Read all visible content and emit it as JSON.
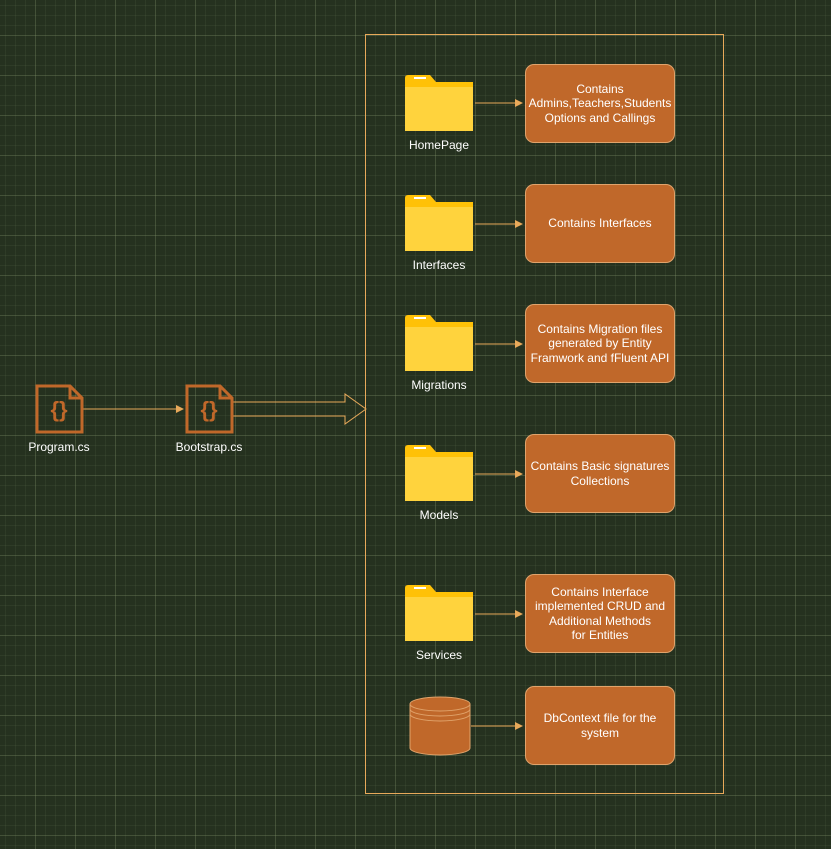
{
  "entry": {
    "program_label": "Program.cs",
    "bootstrap_label": "Bootstrap.cs"
  },
  "folders": [
    {
      "label": "HomePage",
      "description": "Contains\nAdmins,Teachers,Students\nOptions and Callings"
    },
    {
      "label": "Interfaces",
      "description": "Contains Interfaces"
    },
    {
      "label": "Migrations",
      "description": "Contains Migration files\ngenerated by Entity\nFramwork and fFluent API"
    },
    {
      "label": "Models",
      "description": "Contains Basic signatures\nCollections"
    },
    {
      "label": "Services",
      "description": "Contains Interface\nimplemented CRUD and\nAdditional Methods\nfor Entities"
    }
  ],
  "database": {
    "description": "DbContext file for the\nsystem"
  },
  "colors": {
    "background": "#25311f",
    "accent": "#e8a95a",
    "box_fill": "#c0682a",
    "folder_fill": "#ffc107",
    "db_fill": "#c0682a"
  },
  "icons": {
    "file": "curly-braces-file-icon",
    "folder": "folder-icon",
    "database": "database-cylinder-icon"
  }
}
